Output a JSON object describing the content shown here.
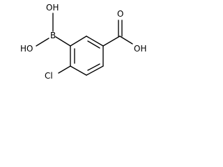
{
  "structure": {
    "atoms": {
      "boronic_hydroxyl_top": "OH",
      "boronic_hydroxyl_left": "HO",
      "boron": "B",
      "carboxyl_hydroxyl": "OH",
      "carbonyl_oxygen": "O",
      "chlorine": "Cl"
    }
  },
  "colors": {
    "bond": "#000000",
    "label": "#000000",
    "background": "#ffffff"
  }
}
